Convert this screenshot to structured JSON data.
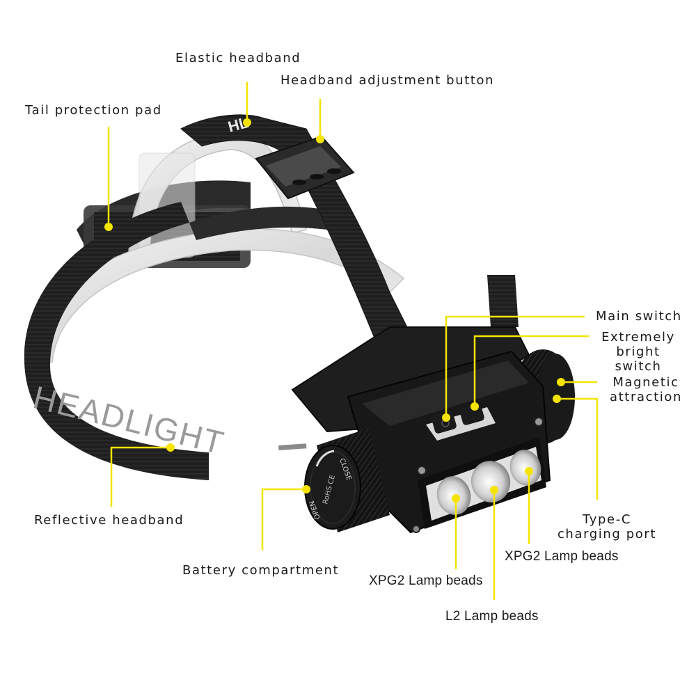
{
  "diagram": {
    "subject": "LED headlamp with elastic headband",
    "accent_color": "#f5e400",
    "band_text": "HEADLIGHT",
    "cap_text": {
      "open": "OPEN",
      "close": "CLOSE",
      "marks": "RoHS CE"
    },
    "callouts": [
      {
        "id": "elastic-headband",
        "text": "Elastic headband"
      },
      {
        "id": "headband-adjustment-button",
        "text": "Headband adjustment button"
      },
      {
        "id": "tail-protection-pad",
        "text": "Tail protection pad"
      },
      {
        "id": "main-switch",
        "text": "Main switch"
      },
      {
        "id": "extremely-bright-switch",
        "lines": [
          "Extremely",
          "bright",
          "switch"
        ]
      },
      {
        "id": "magnetic-attraction",
        "lines": [
          "Magnetic",
          "attraction"
        ]
      },
      {
        "id": "reflective-headband",
        "text": "Reflective headband"
      },
      {
        "id": "type-c-charging-port",
        "lines": [
          "Type-C",
          "charging port"
        ]
      },
      {
        "id": "battery-compartment",
        "text": "Battery compartment"
      },
      {
        "id": "xpg2-lamp-beads-right",
        "text": "XPG2 Lamp beads"
      },
      {
        "id": "xpg2-lamp-beads-left",
        "text": "XPG2 Lamp beads"
      },
      {
        "id": "l2-lamp-beads",
        "text": "L2 Lamp beads"
      }
    ]
  }
}
